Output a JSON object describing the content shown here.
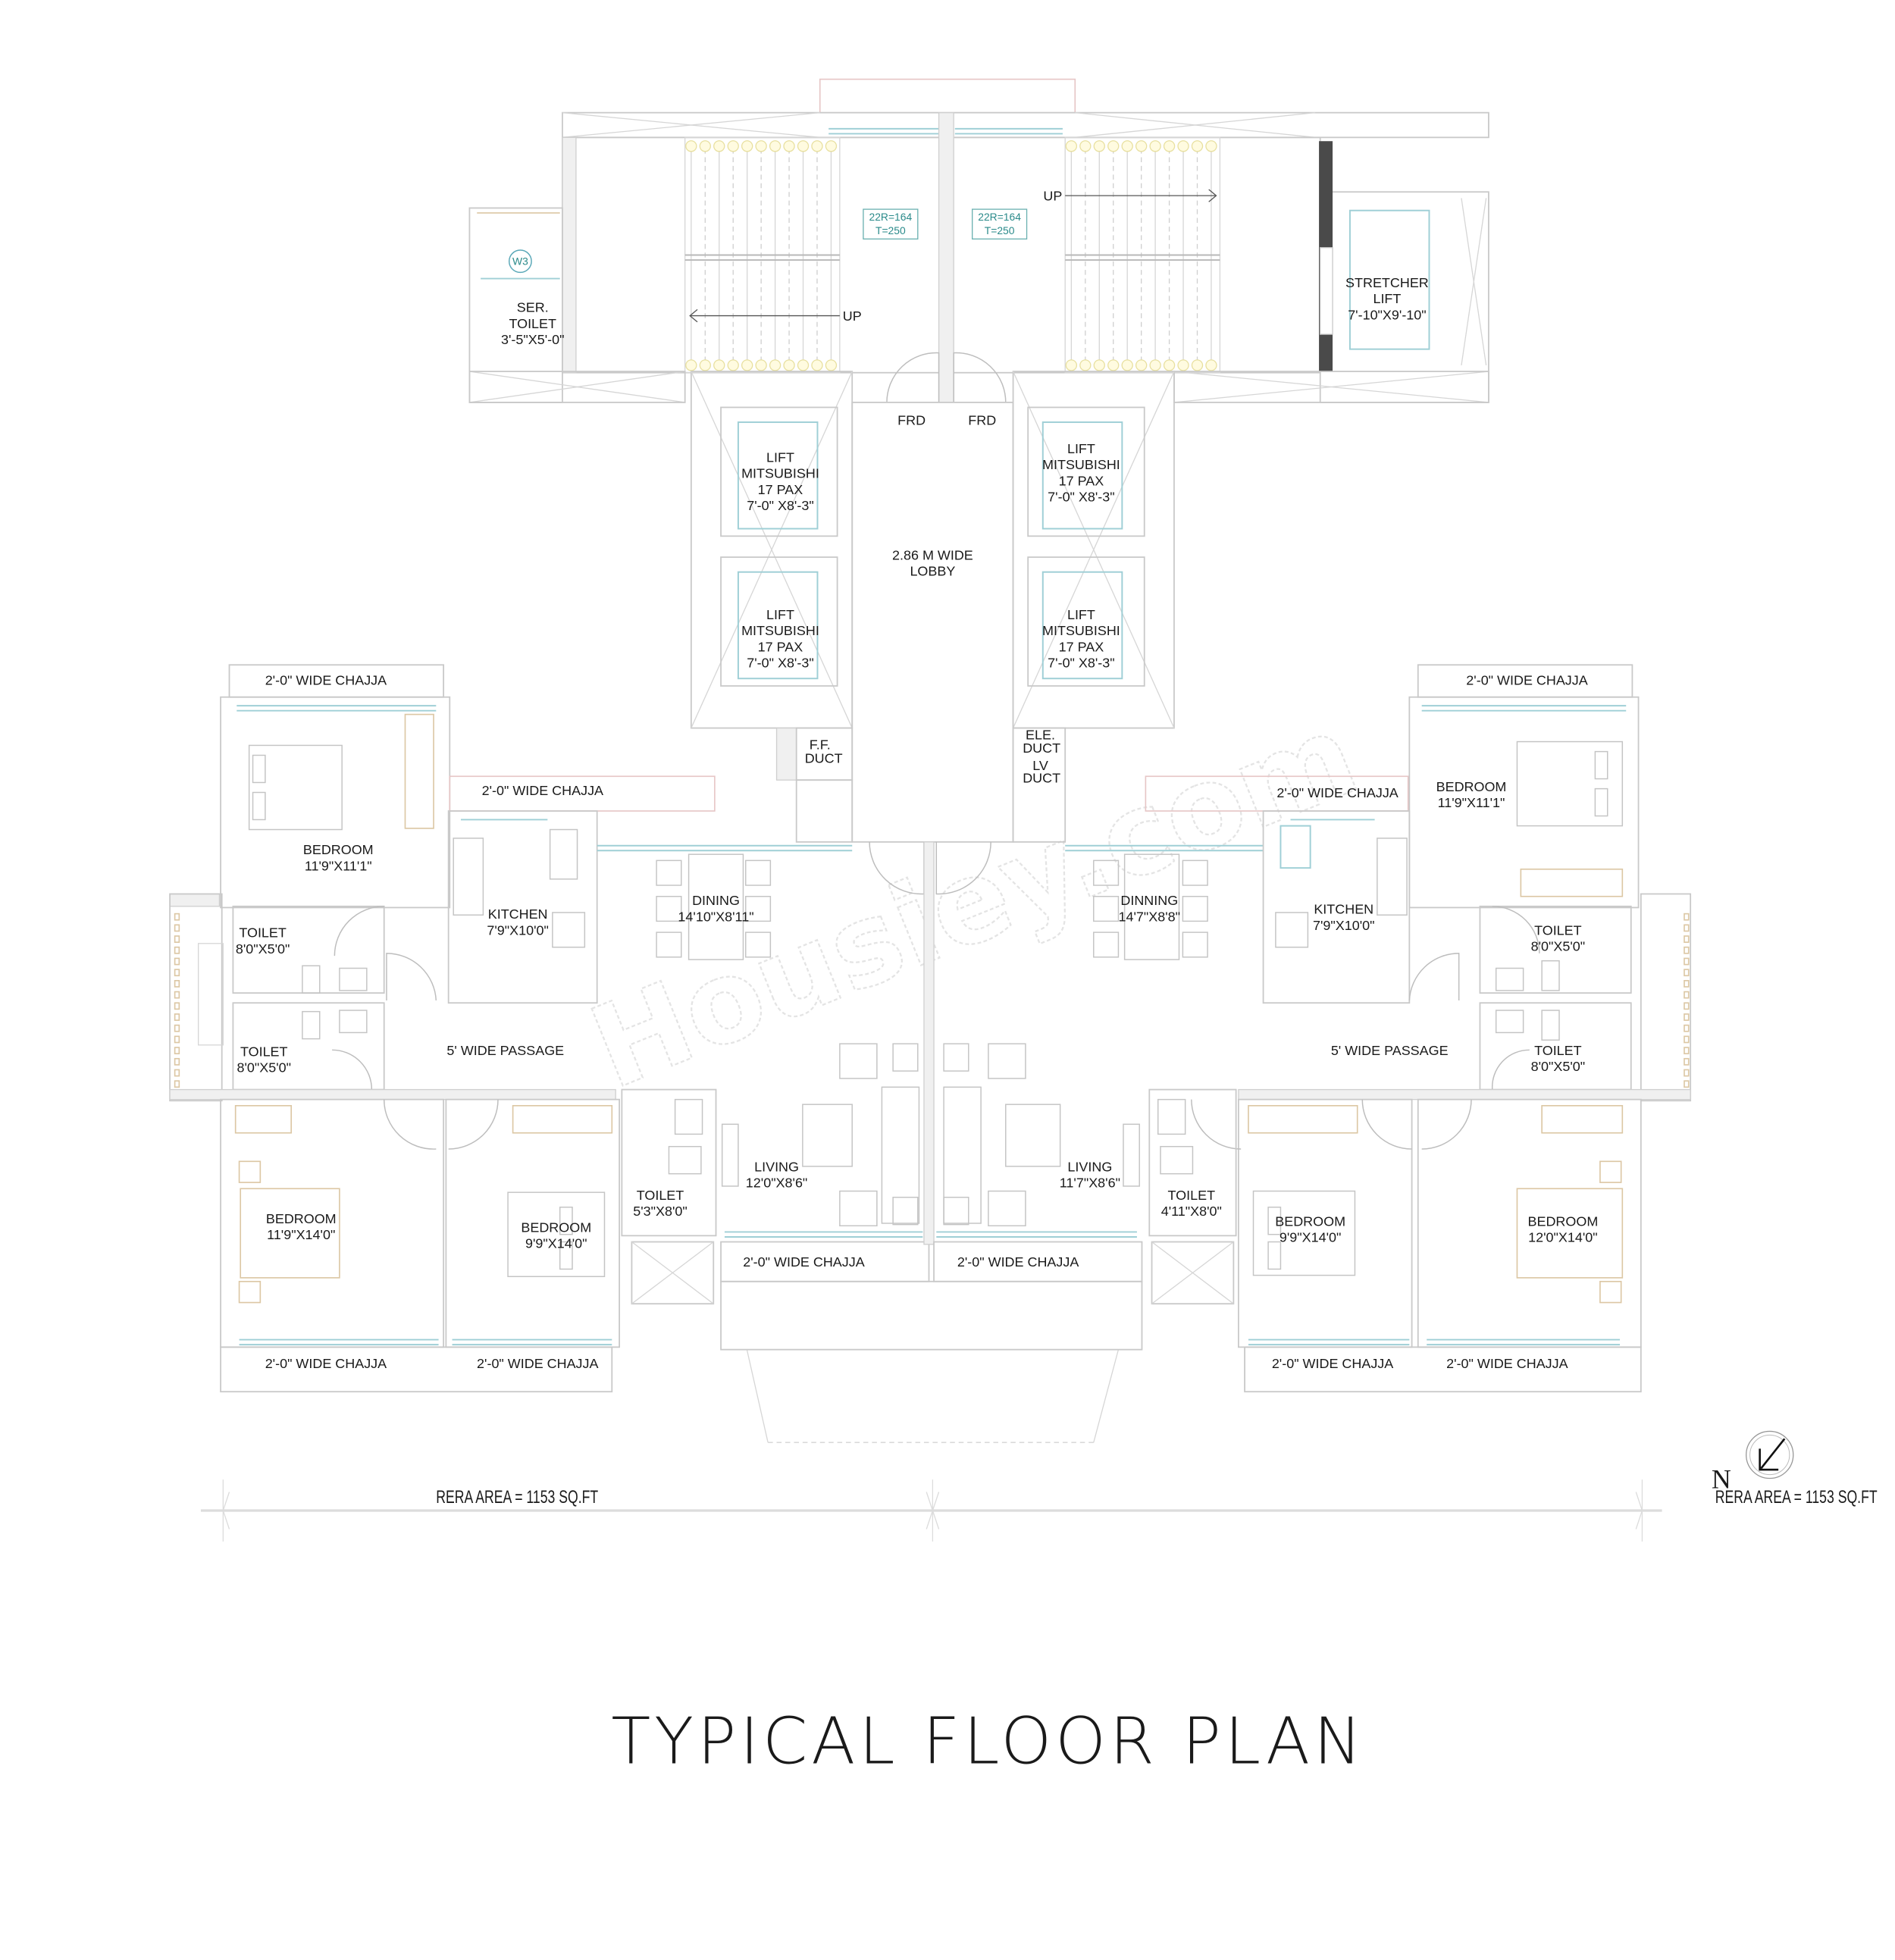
{
  "title": "TYPICAL FLOOR PLAN",
  "watermark": "Housiey.com",
  "north_label": "N",
  "core": {
    "staircase_left": {
      "tag_riser": "22R=164",
      "tag_tread": "T=250",
      "direction": "UP"
    },
    "staircase_right": {
      "tag_riser": "22R=164",
      "tag_tread": "T=250",
      "direction": "UP"
    },
    "service_toilet": {
      "name": "SER.",
      "name2": "TOILET",
      "size": "3'-5\"X5'-0\"",
      "window_tag": "W3"
    },
    "stretcher_lift": {
      "name": "STRETCHER",
      "name2": "LIFT",
      "size": "7'-10\"X9'-10\""
    },
    "frd_left": "FRD",
    "frd_right": "FRD",
    "lobby": {
      "line1": "2.86 M WIDE",
      "line2": "LOBBY"
    },
    "lifts": [
      {
        "l1": "LIFT",
        "l2": "MITSUBISHI",
        "l3": "17 PAX",
        "l4": "7'-0\" X8'-3\""
      },
      {
        "l1": "LIFT",
        "l2": "MITSUBISHI",
        "l3": "17 PAX",
        "l4": "7'-0\" X8'-3\""
      },
      {
        "l1": "LIFT",
        "l2": "MITSUBISHI",
        "l3": "17 PAX",
        "l4": "7'-0\" X8'-3\""
      },
      {
        "l1": "LIFT",
        "l2": "MITSUBISHI",
        "l3": "17 PAX",
        "l4": "7'-0\" X8'-3\""
      }
    ],
    "ff_duct": {
      "l1": "F.F.",
      "l2": "DUCT"
    },
    "ele_duct": {
      "l1": "ELE.",
      "l2": "DUCT"
    },
    "lv_duct": {
      "l1": "LV",
      "l2": "DUCT"
    }
  },
  "flat_left": {
    "rooms": {
      "bedroom_top": {
        "name": "BEDROOM",
        "size": "11'9\"X11'1\""
      },
      "kitchen": {
        "name": "KITCHEN",
        "size": "7'9\"X10'0\""
      },
      "dining": {
        "name": "DINING",
        "size": "14'10\"X8'11\""
      },
      "toilet_1": {
        "name": "TOILET",
        "size": "8'0\"X5'0\""
      },
      "toilet_2": {
        "name": "TOILET",
        "size": "8'0\"X5'0\""
      },
      "passage": {
        "name": "5' WIDE PASSAGE"
      },
      "bedroom_bl": {
        "name": "BEDROOM",
        "size": "11'9\"X14'0\""
      },
      "bedroom_bm": {
        "name": "BEDROOM",
        "size": "9'9\"X14'0\""
      },
      "toilet_3": {
        "name": "TOILET",
        "size": "5'3\"X8'0\""
      },
      "living": {
        "name": "LIVING",
        "size": "12'0\"X8'6\""
      }
    },
    "chajjas": [
      "2'-0\"  WIDE CHAJJA",
      "2'-0\"  WIDE CHAJJA",
      "2'-0\" WIDE CHAJJA",
      "2'-0\" WIDE CHAJJA",
      "2'-0\"  WIDE CHAJJA"
    ],
    "rera_area": "RERA  AREA  = 1153 SQ.FT"
  },
  "flat_right": {
    "rooms": {
      "bedroom_top": {
        "name": "BEDROOM",
        "size": "11'9\"X11'1\""
      },
      "kitchen": {
        "name": "KITCHEN",
        "size": "7'9\"X10'0\""
      },
      "dining": {
        "name": "DINNING",
        "size": "14'7\"X8'8\""
      },
      "toilet_1": {
        "name": "TOILET",
        "size": "8'0\"X5'0\""
      },
      "toilet_2": {
        "name": "TOILET",
        "size": "8'0\"X5'0\""
      },
      "passage": {
        "name": "5' WIDE PASSAGE"
      },
      "bedroom_br": {
        "name": "BEDROOM",
        "size": "12'0\"X14'0\""
      },
      "bedroom_bm": {
        "name": "BEDROOM",
        "size": "9'9\"X14'0\""
      },
      "toilet_3": {
        "name": "TOILET",
        "size": "4'11\"X8'0\""
      },
      "living": {
        "name": "LIVING",
        "size": "11'7\"X8'6\""
      }
    },
    "chajjas": [
      "2'-0\"  WIDE CHAJJA",
      "2'-0\"  WIDE CHAJJA",
      "2'-0\"  WIDE CHAJJA",
      "2'-0\" WIDE CHAJJA",
      "2'-0\"  WIDE CHAJJA"
    ],
    "rera_area": "RERA  AREA  = 1153 SQ.FT"
  },
  "colors": {
    "wall": "#c9c9c9",
    "window": "#9fcfd6",
    "furniture_accent": "#dcc7a4",
    "stair_marker": "#e8e0a0",
    "text": "#1a1a1a",
    "tag_text": "#2a8a8a",
    "lift_wall": "#4a4a4a"
  }
}
